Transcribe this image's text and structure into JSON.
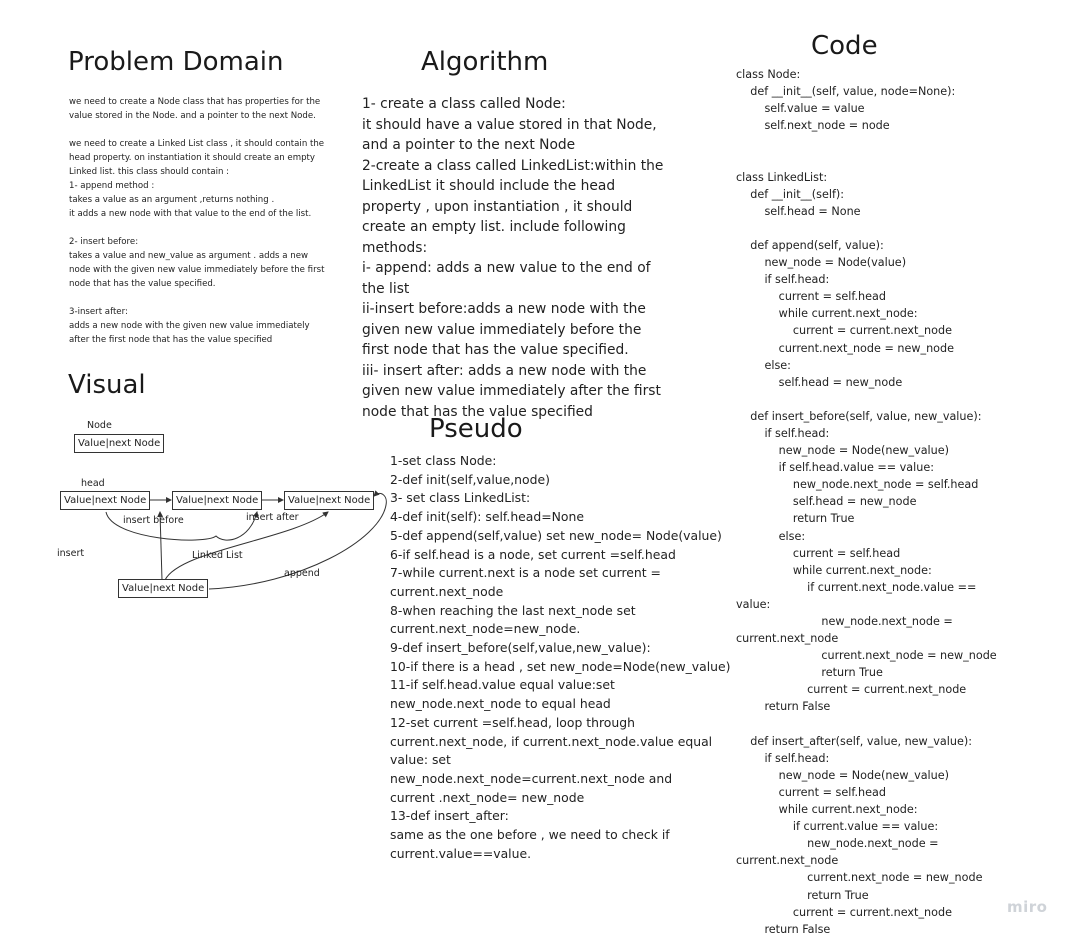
{
  "problem_domain": {
    "title": "Problem Domain",
    "lines": [
      "we need to create a Node class that has properties for the",
      "value stored in the Node. and a pointer to the next Node.",
      "",
      "we need to create a Linked List class , it should contain  the",
      "head property. on instantiation it should create an empty",
      "Linked list. this class should contain :",
      "1- append method :",
      "takes a value as an argument ,returns nothing .",
      "it adds a new node with that value to the end of the list.",
      "",
      "2- insert before:",
      "takes a value and new_value as argument . adds a new",
      "node with the given new value immediately before the first",
      "node that has the value specified.",
      "",
      "3-insert after:",
      "adds a new node with the given new value immediately",
      "after the first node that has the value specified"
    ]
  },
  "algorithm": {
    "title": "Algorithm",
    "lines": [
      "1- create a class called Node:",
      "it should have a value stored in that Node,",
      "and a pointer to the next Node",
      "2-create a class called LinkedList:within the",
      "LinkedList it should include the head",
      "property , upon instantiation , it should",
      "create an empty list. include following",
      "methods:",
      " i- append: adds a new value to the end of",
      "the list",
      "ii-insert before:adds a new node with the",
      "given new value immediately before the",
      "first node that has the value specified.",
      "iii- insert after: adds a new node with the",
      "given new value immediately after the first",
      "node that has the value specified"
    ]
  },
  "pseudo": {
    "title": "Pseudo",
    "lines": [
      "1-set class Node:",
      "2-def init(self,value,node)",
      "3- set class LinkedList:",
      "4-def init(self): self.head=None",
      "5-def append(self,value) set new_node= Node(value)",
      "6-if self.head is a node, set current =self.head",
      "7-while current.next is a node set current =",
      "current.next_node",
      "8-when reaching the last next_node set",
      "current.next_node=new_node.",
      "9-def insert_before(self,value,new_value):",
      "10-if there is a head , set new_node=Node(new_value)",
      "11-if self.head.value equal value:set",
      "new_node.next_node to equal head",
      "12-set current =self.head, loop through",
      "current.next_node, if current.next_node.value equal",
      "value: set",
      "new_node.next_node=current.next_node and",
      "current .next_node= new_node",
      "13-def insert_after:",
      "same as the one before , we need to check if",
      "current.value==value."
    ]
  },
  "code": {
    "title": "Code",
    "lines": [
      "class Node:",
      "    def __init__(self, value, node=None):",
      "        self.value = value",
      "        self.next_node = node",
      "",
      "",
      "class LinkedList:",
      "    def __init__(self):",
      "        self.head = None",
      "",
      "    def append(self, value):",
      "        new_node = Node(value)",
      "        if self.head:",
      "            current = self.head",
      "            while current.next_node:",
      "                current = current.next_node",
      "            current.next_node = new_node",
      "        else:",
      "            self.head = new_node",
      "",
      "    def insert_before(self, value, new_value):",
      "        if self.head:",
      "            new_node = Node(new_value)",
      "            if self.head.value == value:",
      "                new_node.next_node = self.head",
      "                self.head = new_node",
      "                return True",
      "            else:",
      "                current = self.head",
      "                while current.next_node:",
      "                    if current.next_node.value ==",
      "value:",
      "                        new_node.next_node =",
      "current.next_node",
      "                        current.next_node = new_node",
      "                        return True",
      "                    current = current.next_node",
      "        return False",
      "",
      "    def insert_after(self, value, new_value):",
      "        if self.head:",
      "            new_node = Node(new_value)",
      "            current = self.head",
      "            while current.next_node:",
      "                if current.value == value:",
      "                    new_node.next_node =",
      "current.next_node",
      "                    current.next_node = new_node",
      "                    return True",
      "                current = current.next_node",
      "        return False"
    ]
  },
  "visual": {
    "title": "Visual",
    "node_caption": "Node",
    "legend_box": "Value|next Node",
    "head_label": "head",
    "list_boxes": [
      "Value|next Node",
      "Value|next Node",
      "Value|next Node"
    ],
    "new_box": "Value|next Node",
    "insert_before_label": "insert before",
    "insert_after_label": "insert after",
    "insert_label": "insert",
    "linked_list_label": "Linked List",
    "append_label": "append"
  },
  "watermark": "miro"
}
